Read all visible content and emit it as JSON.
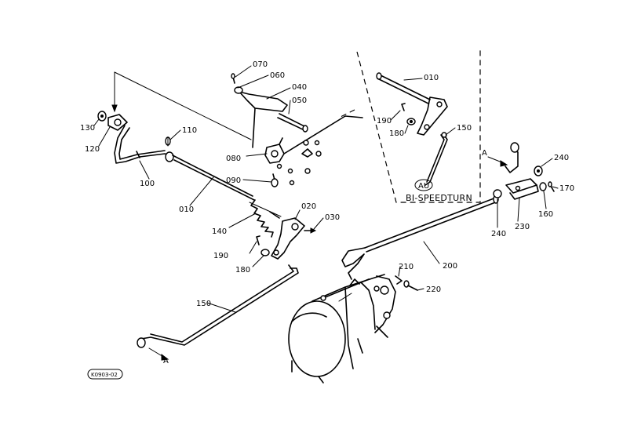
{
  "labels": {
    "p070": "070",
    "p060": "060",
    "p040": "040",
    "p050": "050",
    "p010_top": "010",
    "p190_top": "190",
    "p180_top": "180",
    "p150_top": "150",
    "p130": "130",
    "p120": "120",
    "p110": "110",
    "p100": "100",
    "p080": "080",
    "p090": "090",
    "p010_mid": "010",
    "p140": "140",
    "p020": "020",
    "p030": "030",
    "p190_mid": "190",
    "p180_mid": "180",
    "p150_bot": "150",
    "p200": "200",
    "p210": "210",
    "p220": "220",
    "p240_top": "240",
    "p170": "170",
    "p160": "160",
    "p230": "230",
    "p240_bot": "240",
    "ref_a_top": "A",
    "ref_a_bot": "A"
  },
  "variant": {
    "badge": "AU",
    "title": "BI-SPEEDTURN"
  },
  "figure_code": "K0903-02"
}
